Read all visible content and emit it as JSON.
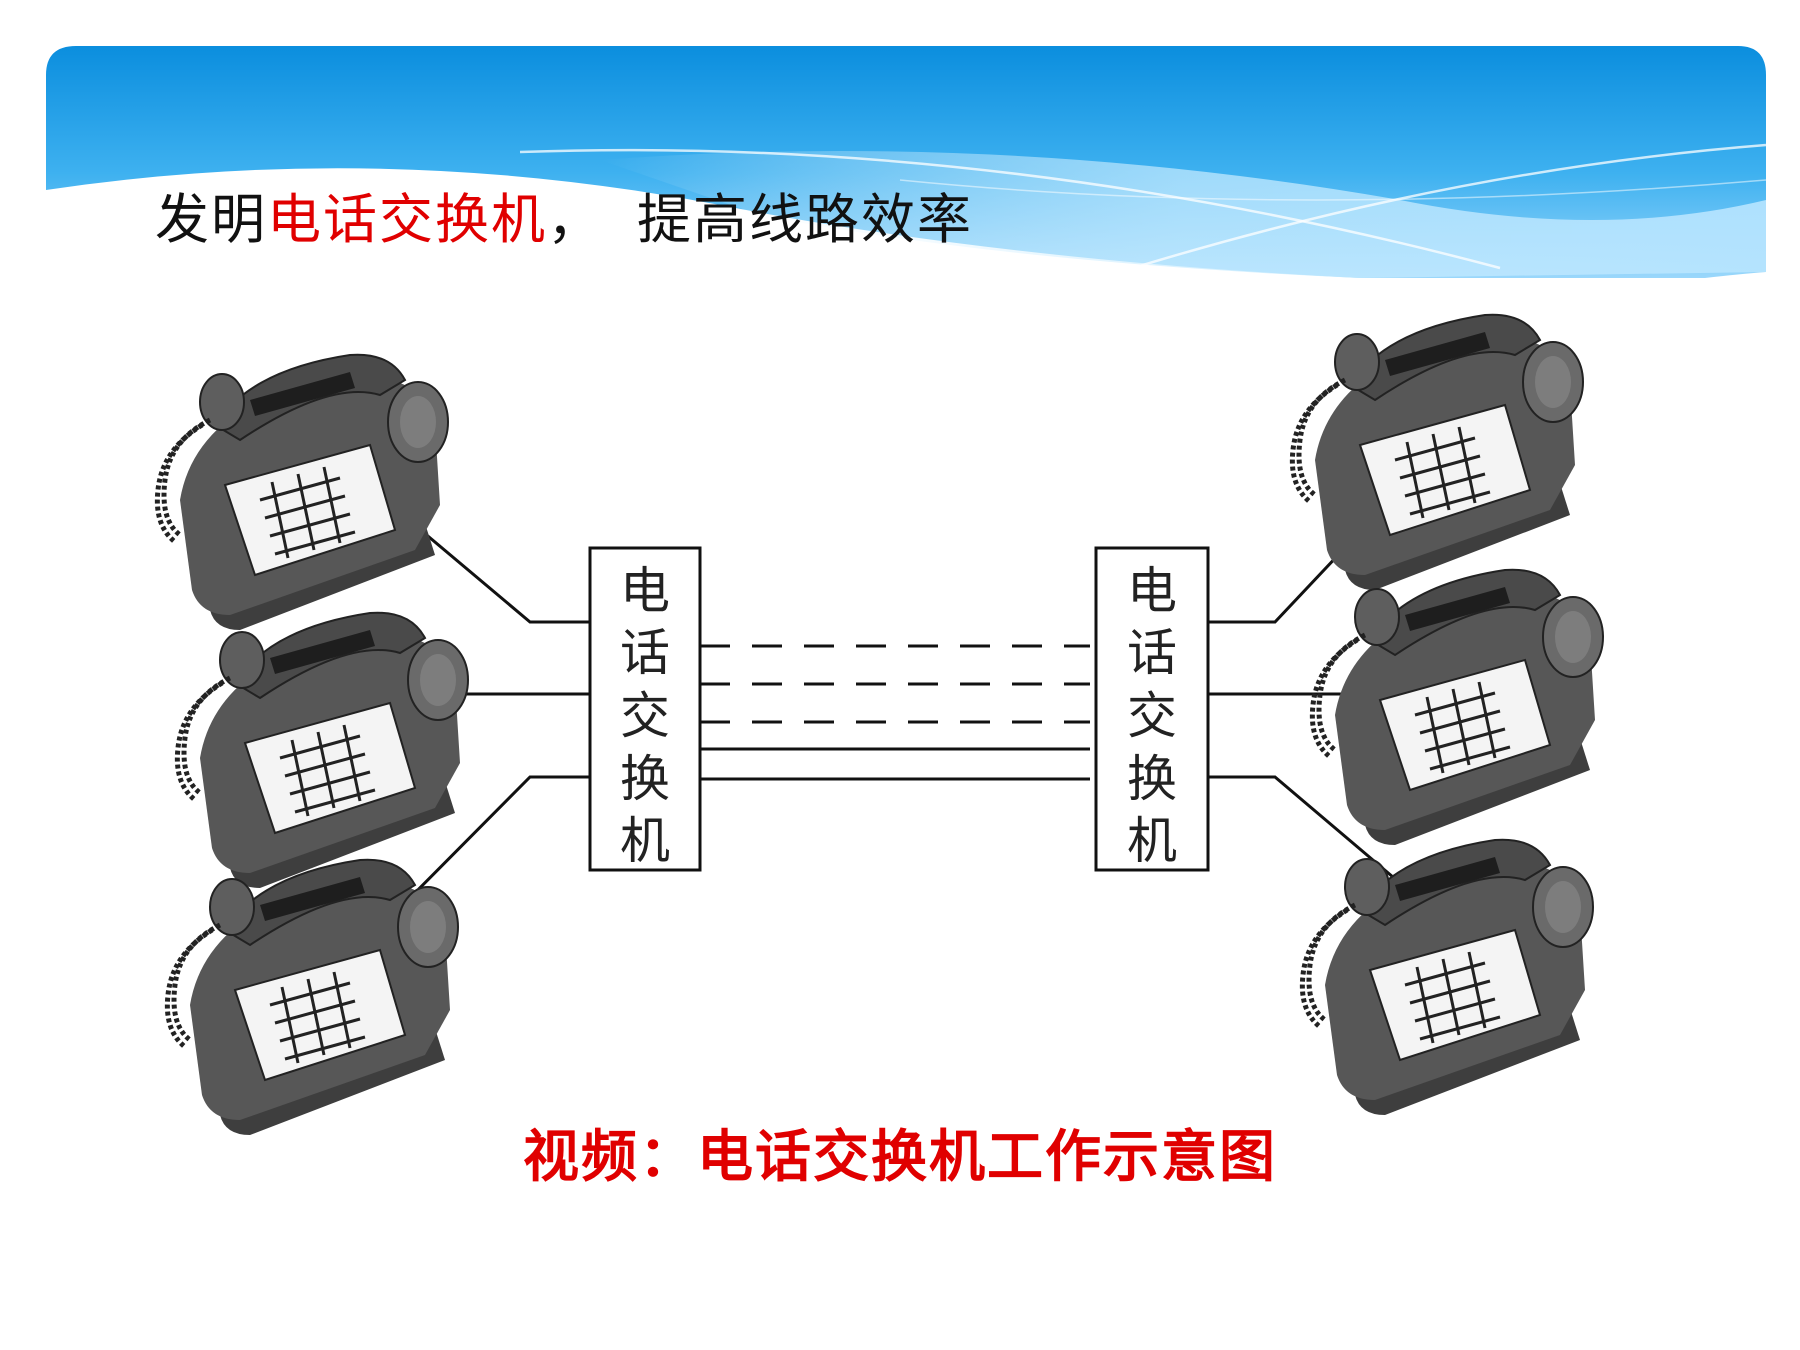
{
  "slide": {
    "title_black_1": "发明",
    "title_red": "电话交换机",
    "title_black_2": "，",
    "title_black_3": "提高线路效率",
    "caption": "视频：电话交换机工作示意图"
  },
  "diagram": {
    "left_switch": [
      "电",
      "话",
      "交",
      "换",
      "机"
    ],
    "right_switch": [
      "电",
      "话",
      "交",
      "换",
      "机"
    ],
    "phones_per_side": 3,
    "trunk_lines": {
      "dashed": 3,
      "solid": 2
    }
  },
  "colors": {
    "banner_top": "#0c93e0",
    "banner_light": "#8fd3fb",
    "accent_red": "#e00000",
    "phone_body": "#565656"
  }
}
